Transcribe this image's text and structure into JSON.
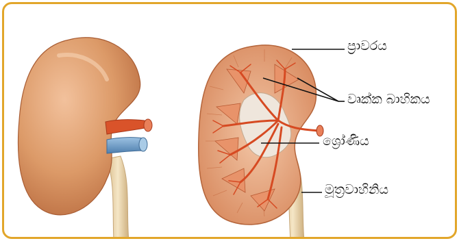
{
  "labels": {
    "capsule": "ප්‍රාවරය",
    "cortex": "වෘක්ක බාහිකය",
    "pelvis": "ශ්‍රෝණිය",
    "ureter": "මූත්‍රවාහිනිය"
  },
  "colors": {
    "border": "#e2a62a",
    "kidney_outer": "#d99461",
    "kidney_section": "#e9a57f",
    "artery": "#d9532a",
    "vein": "#6d9cc8",
    "ureter": "#ead3a8"
  }
}
